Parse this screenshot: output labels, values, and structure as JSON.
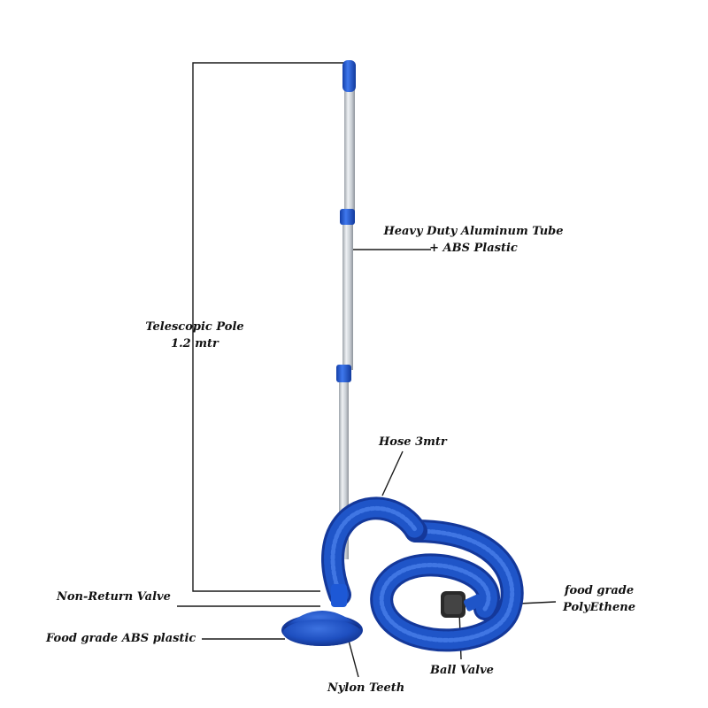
{
  "product": {
    "colors": {
      "hose": "#1f55c8",
      "hose_highlight": "#4f84ee",
      "hose_shadow": "#14389a",
      "grip": "#1d58d6",
      "pole": "#c9ced4",
      "pole_highlight": "#eef1f4",
      "leader_line": "#1a1a1a",
      "valve": "#2a2a2a"
    }
  },
  "labels": {
    "telescopic_pole": {
      "line1": "Telescopic Pole",
      "line2": "1.2 mtr"
    },
    "aluminum_tube": {
      "line1": "Heavy Duty Aluminum Tube",
      "line2": "+ ABS Plastic"
    },
    "hose": {
      "line1": "Hose 3mtr"
    },
    "food_grade_pe": {
      "line1": "food grade",
      "line2": "PolyEthene"
    },
    "non_return_valve": {
      "line1": "Non-Return Valve"
    },
    "abs_plastic": {
      "line1": "Food grade ABS plastic"
    },
    "ball_valve": {
      "line1": "Ball Valve"
    },
    "nylon_teeth": {
      "line1": "Nylon Teeth"
    }
  }
}
